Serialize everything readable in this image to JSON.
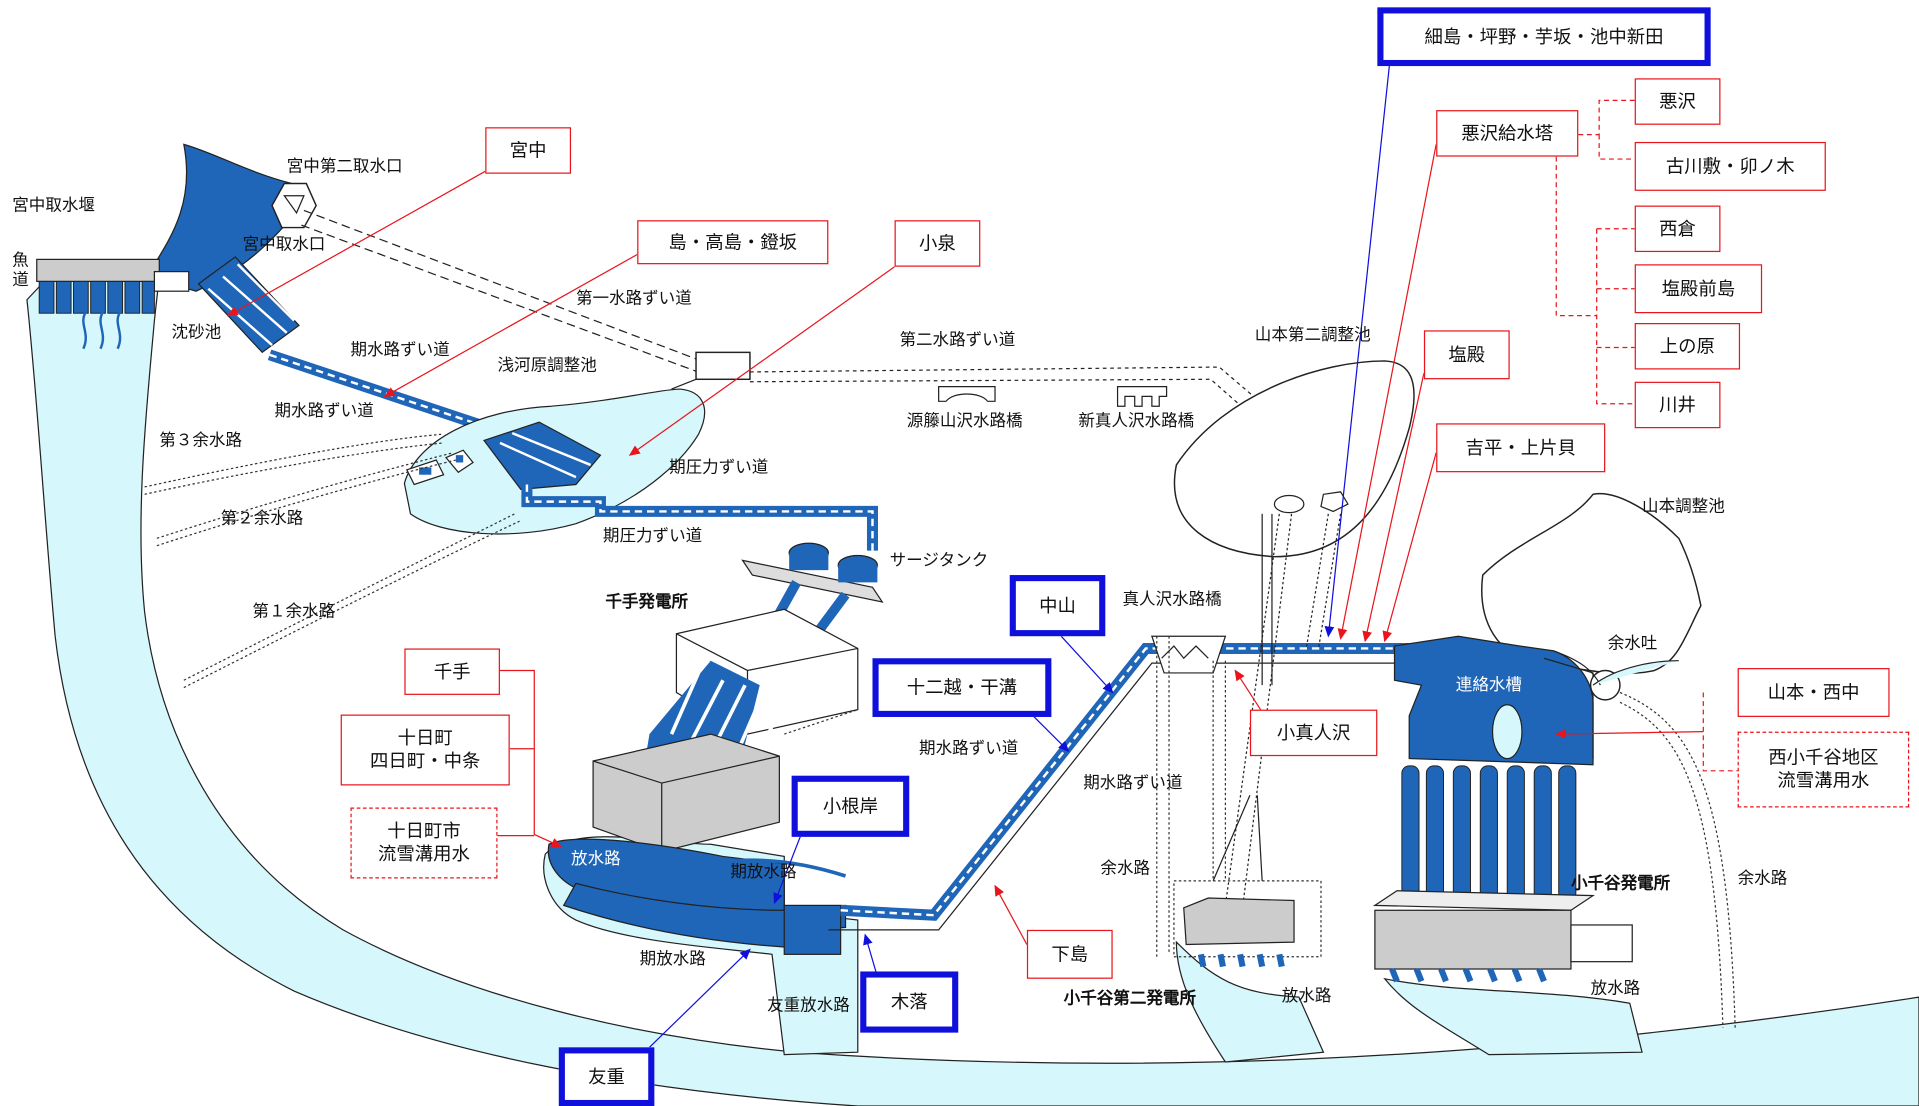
{
  "colors": {
    "water": "#d6f7fb",
    "structure": "#1f66b8",
    "red_callout": "#e8161c",
    "blue_callout": "#1010dd"
  },
  "labels": {
    "miyanaka_dam": "宮中取水堰",
    "fishway": "魚道",
    "miyanaka_second_intake": "宮中第二取水口",
    "miyanaka_intake": "宮中取水口",
    "sedimentation_basin": "沈砂池",
    "kisuiro_tunnel_1": "期水路ずい道",
    "kisuiro_tunnel_2": "期水路ずい道",
    "asakawara_pond": "浅河原調整池",
    "third_spillway": "第３余水路",
    "second_spillway": "第２余水路",
    "first_spillway": "第１余水路",
    "first_waterway_tunnel": "第一水路ずい道",
    "second_waterway_tunnel": "第二水路ずい道",
    "pressure_tunnel_1": "期圧力ずい道",
    "pressure_tunnel_2": "期圧力ずい道",
    "surge_tank": "サージタンク",
    "senju_plant": "千手発電所",
    "genfujiyamazawa_bridge": "源籐山沢水路橋",
    "shinmahitozawa_bridge": "新真人沢水路橋",
    "yamamoto_second_pond": "山本第二調整池",
    "yamamoto_pond": "山本調整池",
    "mahitozawa_bridge": "真人沢水路橋",
    "kisuiro_tunnel_3": "期水路ずい道",
    "kisuiro_tunnel_4": "期水路ずい道",
    "renraku_tank": "連絡水槽",
    "spillway_outlet": "余水吐",
    "spillway_a": "余水路",
    "spillway_b": "余水路",
    "houro_senju": "放水路",
    "ki_houro_1": "期放水路",
    "ki_houro_2": "期放水路",
    "tomoe_houro": "友重放水路",
    "kochiya_second_plant": "小千谷第二発電所",
    "houro_2": "放水路",
    "kochiya_plant": "小千谷発電所",
    "houro_3": "放水路"
  },
  "red_boxes": {
    "miyanaka": "宮中",
    "shima": "島・高島・鐙坂",
    "koizumi": "小泉",
    "senju": "千手",
    "tokamachi": "十日町\n四日町・中条",
    "tokamachi_city": "十日町市\n流雪溝用水",
    "akuzawa_tower": "悪沢給水塔",
    "akuzawa": "悪沢",
    "furukawa": "古川敷・卯ノ木",
    "nishikura": "西倉",
    "shiodono_maejima": "塩殿前島",
    "uenohara": "上の原",
    "kawai": "川井",
    "shiodono": "塩殿",
    "yoshihira": "吉平・上片貝",
    "komahitozawa": "小真人沢",
    "shimojima": "下島",
    "yamamoto_nishinaka": "山本・西中",
    "nishikochiya": "西小千谷地区\n流雪溝用水"
  },
  "blue_boxes": {
    "hosojima": "細島・坪野・芋坂・池中新田",
    "nakayama": "中山",
    "junikoshi": "十二越・干溝",
    "kone_gishi": "小根岸",
    "kiochi": "木落",
    "tomoe": "友重"
  }
}
